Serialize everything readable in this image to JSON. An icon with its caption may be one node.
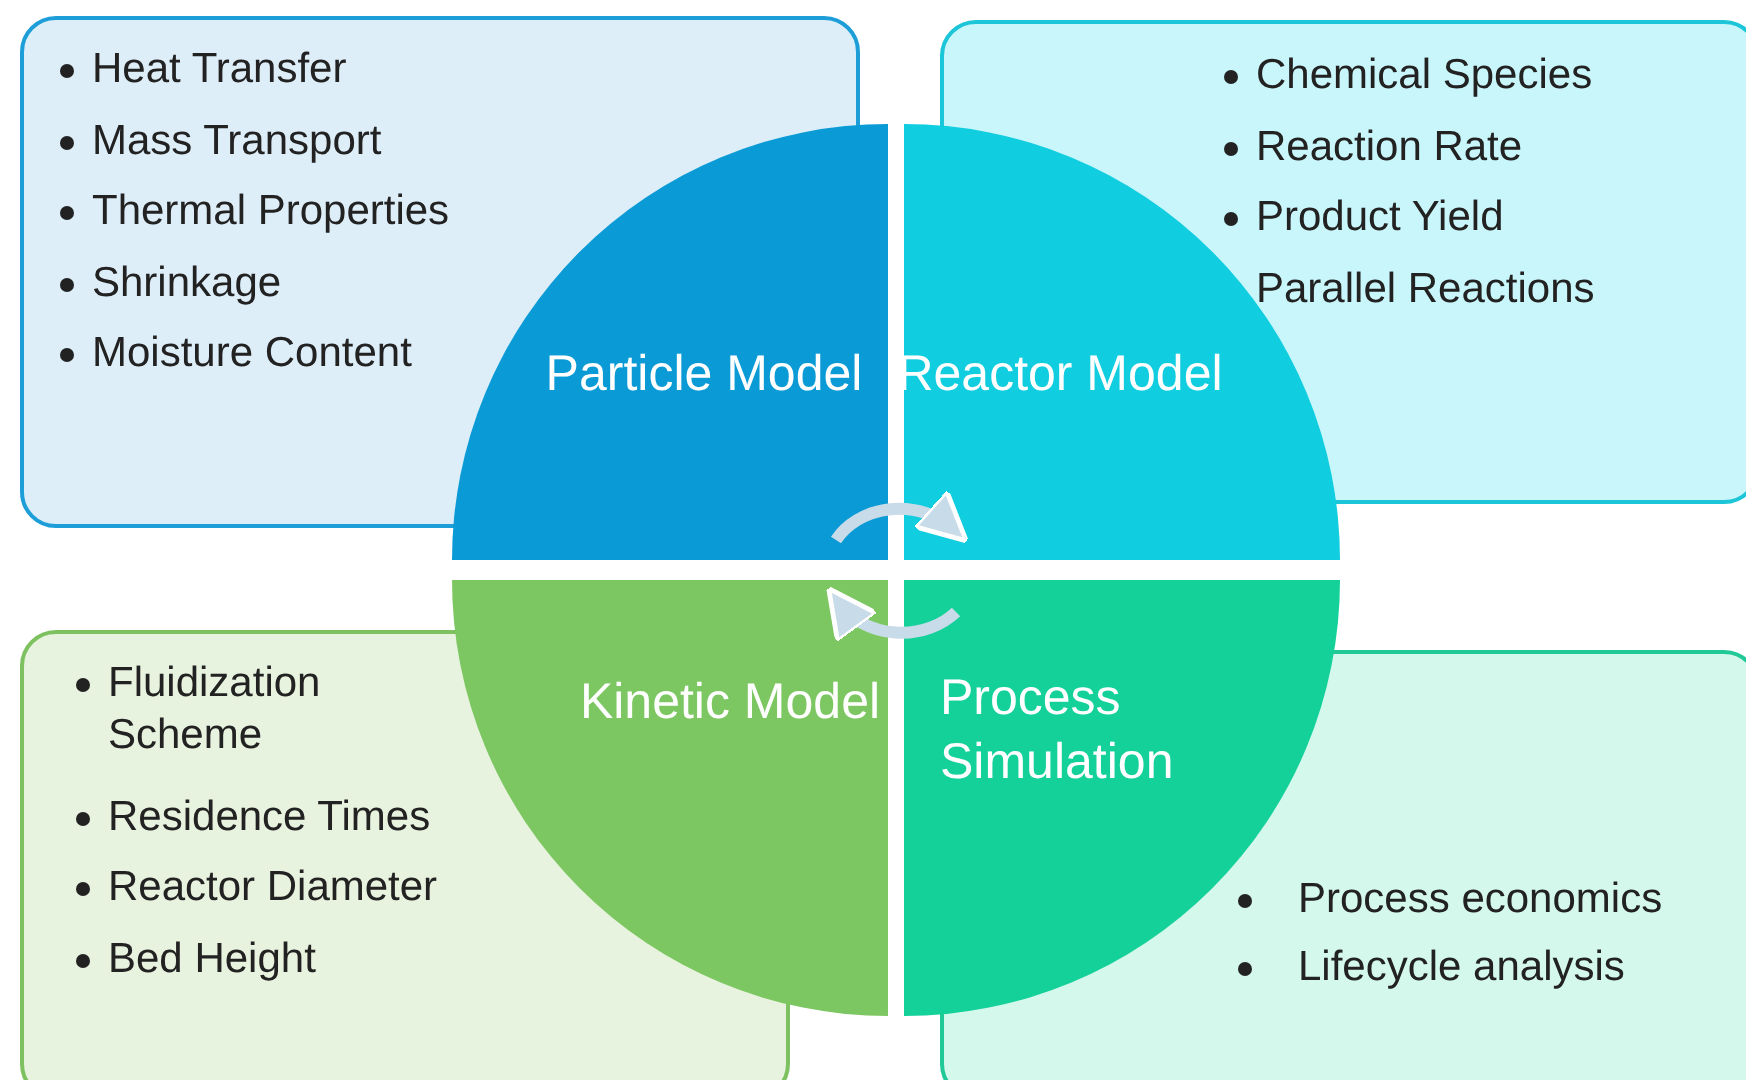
{
  "diagram": {
    "nodes": [
      {
        "text": [
          "Heat Transfer",
          "Mass Transport",
          "Thermal Properties",
          "Shrinkage",
          "Moisture Content"
        ]
      },
      {
        "text": [
          "Chemical Species",
          "Reaction Rate",
          "Product Yield",
          "Parallel Reactions"
        ]
      },
      {
        "text": [
          "Fluidization Scheme",
          "Residence Times",
          "Reactor Diameter",
          "Bed Height"
        ]
      },
      {
        "text": [
          "Process economics",
          "Lifecycle analysis"
        ]
      },
      {
        "text": [
          "Particle Model"
        ]
      },
      {
        "text": [
          "Reactor Model"
        ]
      },
      {
        "text": [
          "Kinetic Model"
        ]
      },
      {
        "text": [
          "Process Simulation"
        ]
      }
    ],
    "edges": [
      {
        "from": 4,
        "to": 5,
        "arrow": "to"
      },
      {
        "from": 7,
        "to": 6,
        "arrow": "to"
      }
    ]
  }
}
